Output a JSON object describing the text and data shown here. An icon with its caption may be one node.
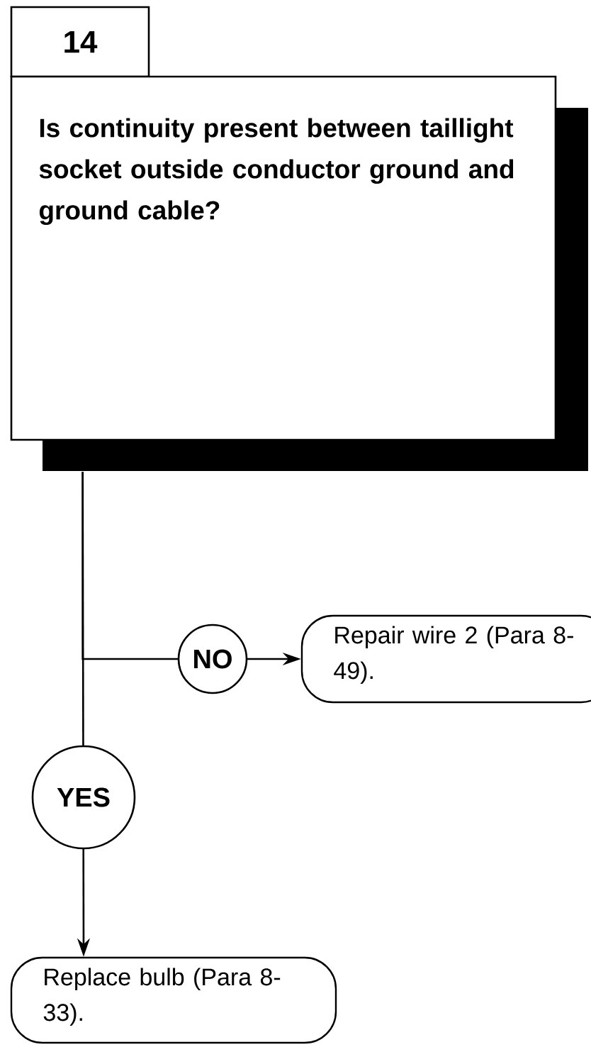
{
  "diagram": {
    "nodes": [
      {
        "text": [
          "14"
        ]
      },
      {
        "text": [
          "Is continuity present between taillight socket outside conductor ground and ground cable?"
        ]
      },
      {
        "text": [
          "Repair wire 2 (Para 8-49)."
        ]
      },
      {
        "text": [
          "Replace bulb (Para 8-33)."
        ]
      }
    ],
    "edges": [
      {
        "from": 1,
        "to": 2,
        "arrow": "to",
        "label": "NO"
      },
      {
        "from": 1,
        "to": 3,
        "arrow": "to",
        "label": "YES"
      }
    ]
  }
}
